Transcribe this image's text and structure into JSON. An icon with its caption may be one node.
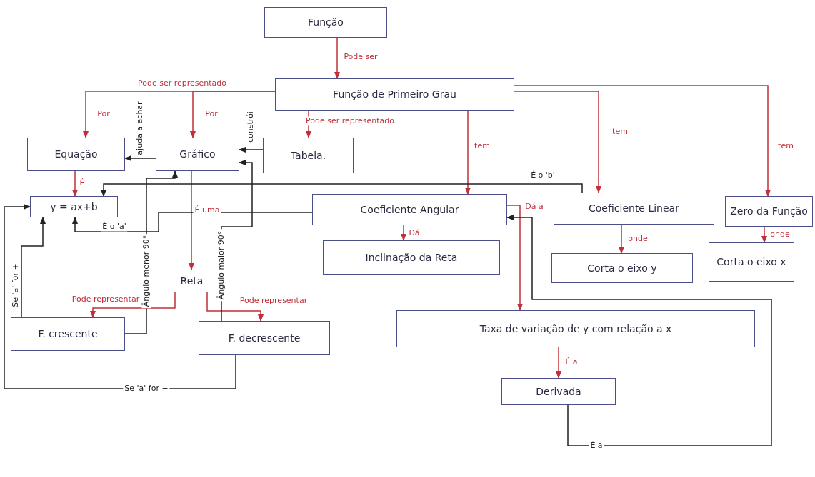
{
  "diagram": {
    "nodes": [
      {
        "text": [
          "Função"
        ]
      },
      {
        "text": [
          "Função de Primeiro Grau"
        ]
      },
      {
        "text": [
          "Equação"
        ]
      },
      {
        "text": [
          "Gráfico"
        ]
      },
      {
        "text": [
          "Tabela."
        ]
      },
      {
        "text": [
          "y = ax+b"
        ]
      },
      {
        "text": [
          "Coeficiente Angular"
        ]
      },
      {
        "text": [
          "Coeficiente Linear"
        ]
      },
      {
        "text": [
          "Zero da Função"
        ]
      },
      {
        "text": [
          "Inclinação da Reta"
        ]
      },
      {
        "text": [
          "Corta o eixo y"
        ]
      },
      {
        "text": [
          "Corta o eixo x"
        ]
      },
      {
        "text": [
          "Reta"
        ]
      },
      {
        "text": [
          "F. crescente"
        ]
      },
      {
        "text": [
          "F. decrescente"
        ]
      },
      {
        "text": [
          "Taxa de variação de y com relação a x"
        ]
      },
      {
        "text": [
          "Derivada"
        ]
      }
    ],
    "edges": [
      {
        "from": 0,
        "to": 1,
        "arrow": "to",
        "label": "Pode ser"
      },
      {
        "from": 1,
        "to": 2,
        "arrow": "to",
        "label": "Por"
      },
      {
        "from": 1,
        "to": 3,
        "arrow": "to",
        "label": "Por"
      },
      {
        "from": 1,
        "to": 4,
        "arrow": "to",
        "label": "Pode ser representado"
      },
      {
        "from": 1,
        "to": 6,
        "arrow": "to",
        "label": "tem"
      },
      {
        "from": 1,
        "to": 7,
        "arrow": "to",
        "label": "tem"
      },
      {
        "from": 1,
        "to": 8,
        "arrow": "to",
        "label": "tem"
      },
      {
        "from": 2,
        "to": 5,
        "arrow": "to",
        "label": "É"
      },
      {
        "from": 3,
        "to": 2,
        "arrow": "to",
        "label": "ajuda a achar",
        "color": "#222222"
      },
      {
        "from": 4,
        "to": 3,
        "arrow": "to",
        "label": "constrói",
        "color": "#222222"
      },
      {
        "from": 3,
        "to": 12,
        "arrow": "to",
        "label": "É uma"
      },
      {
        "from": 6,
        "to": 9,
        "arrow": "to",
        "label": "Dá"
      },
      {
        "from": 6,
        "to": 15,
        "arrow": "to",
        "label": "Dá a"
      },
      {
        "from": 7,
        "to": 10,
        "arrow": "to",
        "label": "onde"
      },
      {
        "from": 8,
        "to": 11,
        "arrow": "to",
        "label": "onde"
      },
      {
        "from": 12,
        "to": 13,
        "arrow": "to",
        "label": "Pode representar"
      },
      {
        "from": 12,
        "to": 14,
        "arrow": "to",
        "label": "Pode representar"
      },
      {
        "from": 15,
        "to": 16,
        "arrow": "to",
        "label": "É a"
      },
      {
        "from": 7,
        "to": 5,
        "arrow": "to",
        "label": "É o 'b'",
        "color": "#222222"
      },
      {
        "from": 6,
        "to": 5,
        "arrow": "to",
        "label": "É o 'a'",
        "color": "#222222"
      },
      {
        "from": 13,
        "to": 3,
        "arrow": "to",
        "label": "Ângulo menor 90°",
        "color": "#222222"
      },
      {
        "from": 14,
        "to": 3,
        "arrow": "to",
        "label": "Ângulo maior 90°",
        "color": "#222222"
      },
      {
        "from": 13,
        "to": 5,
        "arrow": "to",
        "label": "Se 'a' for +",
        "color": "#222222"
      },
      {
        "from": 14,
        "to": 5,
        "arrow": "to",
        "label": "Se 'a' for −",
        "color": "#222222"
      },
      {
        "from": 16,
        "to": 6,
        "arrow": "to",
        "label": "É a",
        "color": "#222222"
      }
    ],
    "labels": [
      "Pode ser representado"
    ]
  }
}
